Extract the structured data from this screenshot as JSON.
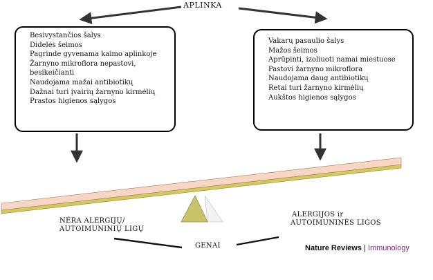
{
  "top_label": "APLINKA",
  "left_box": {
    "items": [
      "Besivystančios šalys",
      "Didelės šeimos",
      "Pagrinde gyvenama kaimo aplinkoje",
      "Žarnyno mikroflora nepastovi,",
      "besikeičianti",
      "Naudojama mažai antibiotikų",
      "Dažnai turi įvairių žarnyno kirmėlių",
      "Prastos higienos sąlygos"
    ]
  },
  "right_box": {
    "items": [
      "Vakarų pasaulio šalys",
      "Mažos šeimos",
      "Aprūpinti, izoliuoti namai miestuose",
      "Pastovi žarnyno mikroflora",
      "Naudojama daug antibiotikų",
      "Retai turi žarnyno kirmėlių",
      "Aukštos higienos sąlygos"
    ]
  },
  "left_outcome": {
    "line1": "NĖRA ALERGIJŲ/",
    "line2": "AUTOIMUNINIŲ LIGŲ"
  },
  "right_outcome": {
    "line1": "ALERGIJOS ir",
    "line2": "AUTOIMUNINĖS LIGOS"
  },
  "bottom_label": "GENAI",
  "publisher": {
    "name": "Nature Reviews",
    "separator": "|",
    "journal": "Immunology"
  },
  "colors": {
    "plank_top": "#f7d6c4",
    "plank_edge": "#d6c95a",
    "fulcrum": "#c9c36a",
    "fulcrum_shade": "#f2f2f2",
    "journal": "#7b2d7b"
  }
}
